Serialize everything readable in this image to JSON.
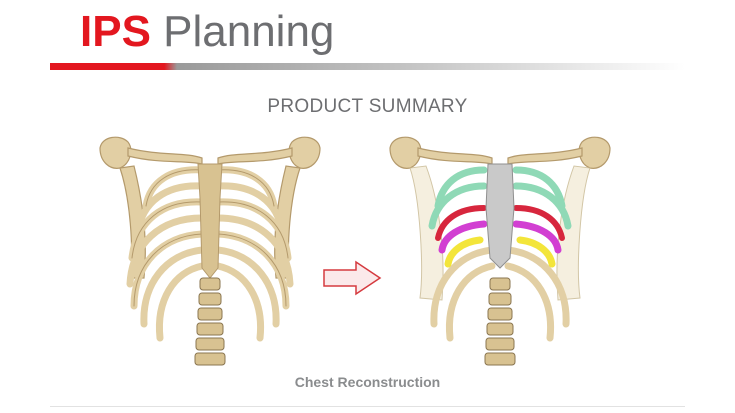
{
  "header": {
    "brand": "IPS",
    "title_rest": " Planning"
  },
  "section": {
    "subtitle": "PRODUCT SUMMARY"
  },
  "figure": {
    "caption": "Chest Reconstruction"
  },
  "colors": {
    "brand_red": "#e3171f",
    "title_gray": "#6d6e71",
    "bone": "#e2cfa4",
    "implant_green": "#8fd9b6",
    "implant_red": "#d7263d",
    "implant_magenta": "#d23fd2",
    "implant_yellow": "#f3e53a",
    "implant_gray": "#c9c9c9"
  },
  "icons": [
    "right-arrow-icon"
  ]
}
